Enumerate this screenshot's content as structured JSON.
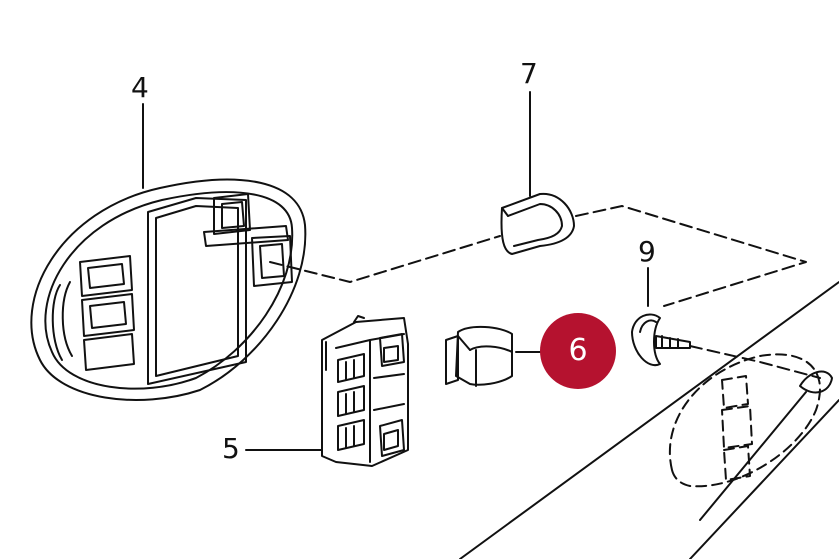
{
  "callouts": {
    "part_4": "4",
    "part_5": "5",
    "part_6": "6",
    "part_7": "7",
    "part_9": "9"
  },
  "colors": {
    "line": "#111111",
    "highlight": "#b5122f",
    "highlight_text": "#ffffff",
    "background": "#ffffff"
  }
}
